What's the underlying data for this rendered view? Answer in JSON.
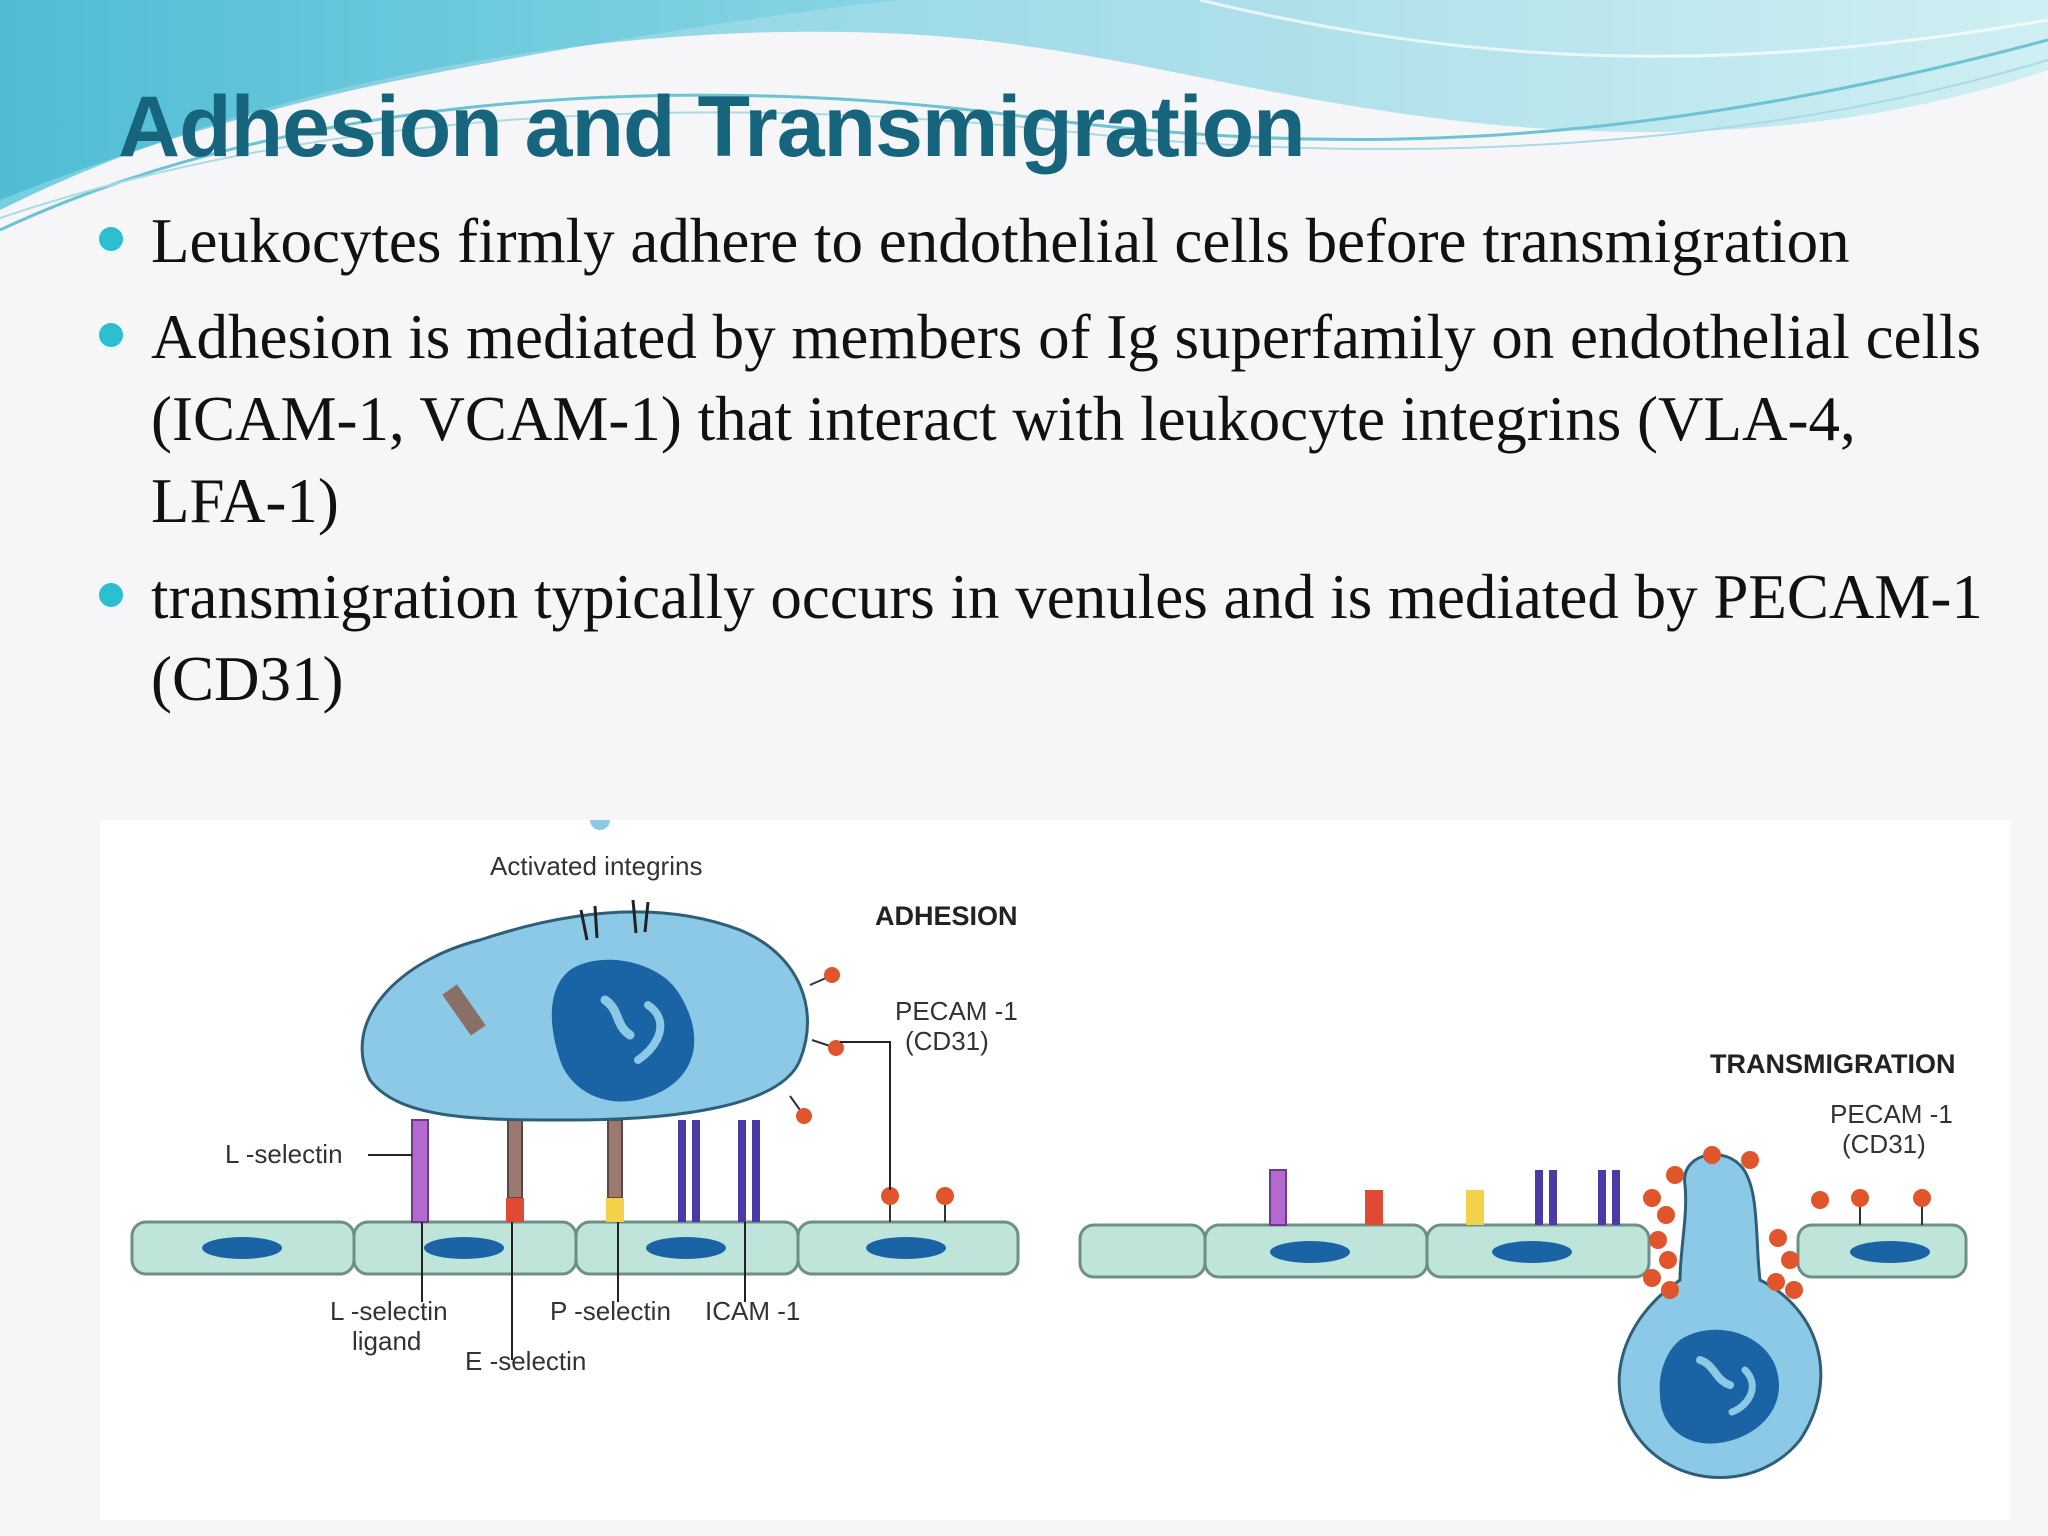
{
  "slide": {
    "title": "Adhesion and Transmigration",
    "bullets": [
      "Leukocytes firmly adhere to endothelial cells before transmigration",
      "Adhesion is mediated by members of Ig superfamily on endothelial cells (ICAM-1, VCAM-1) that interact with leukocyte integrins (VLA-4, LFA-1)",
      "transmigration typically occurs in venules and is mediated by PECAM-1 (CD31)"
    ]
  },
  "figure": {
    "adhesion": {
      "heading": "ADHESION",
      "activated_integrins": "Activated integrins",
      "pecam_line1": "PECAM -1",
      "pecam_line2": "(CD31)",
      "l_selectin": "L -selectin",
      "l_selectin_ligand_line1": "L -selectin",
      "l_selectin_ligand_line2": "ligand",
      "e_selectin": "E -selectin",
      "p_selectin": "P -selectin",
      "icam": "ICAM -1"
    },
    "transmigration": {
      "heading": "TRANSMIGRATION",
      "pecam_line1": "PECAM -1",
      "pecam_line2": "(CD31)"
    }
  },
  "colors": {
    "title": "#17657d",
    "bullet": "#2bbfcf",
    "cell_fill": "#8cc9e6",
    "nucleus": "#1a64a6",
    "endothelium": "#bfe5da",
    "pecam": "#e0552c"
  }
}
